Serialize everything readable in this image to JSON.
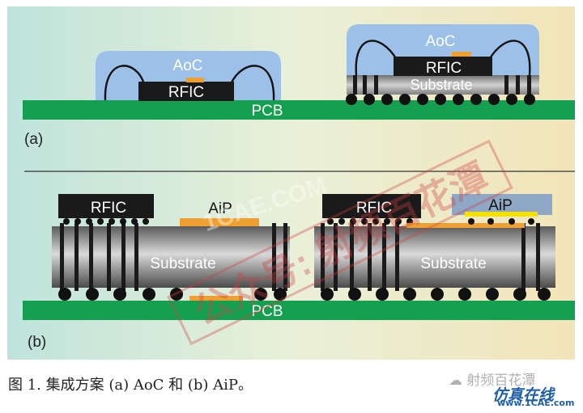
{
  "diagram_a": {
    "panel_label": "(a)",
    "pcb_label": "PCB",
    "left_package": {
      "antenna_label": "AoC",
      "chip_label": "RFIC"
    },
    "right_package": {
      "antenna_label": "AoC",
      "chip_label": "RFIC",
      "substrate_label": "Substrate"
    }
  },
  "diagram_b": {
    "panel_label": "(b)",
    "pcb_label": "PCB",
    "left_package": {
      "chip_label": "RFIC",
      "antenna_label": "AiP",
      "substrate_label": "Substrate"
    },
    "right_package": {
      "chip_label": "RFIC",
      "antenna_label": "AiP",
      "substrate_label": "Substrate"
    }
  },
  "caption": "图 1. 集成方案 (a) AoC 和 (b) AiP。",
  "watermarks": {
    "stamp_text": "公众号: 射频百花潭",
    "overlay_text": "1CAE.COM",
    "account_name": "射频百花潭",
    "site_name": "仿真在线",
    "site_url": "www.1CAE.com"
  },
  "colors": {
    "pcb": "#14a050",
    "chip": "#1a1a1a",
    "antenna": "#f0a030",
    "antenna_highlight": "#f5e000",
    "encapsulation": "#9cc0e8",
    "stamp": "#d04040"
  }
}
